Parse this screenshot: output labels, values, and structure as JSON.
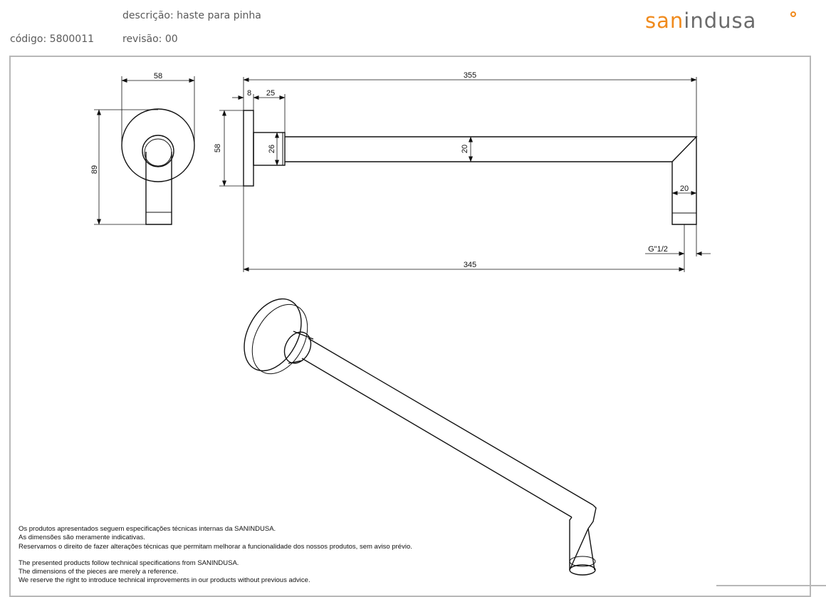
{
  "header": {
    "description": "descrição: haste para pinha",
    "code": "código: 5800011",
    "revision": "revisão: 00"
  },
  "logo": {
    "part1": "san",
    "part2": "indusa",
    "color_accent": "#f08a1c",
    "color_text": "#6b6b6b"
  },
  "dimensions": {
    "flange_width": "58",
    "total_height": "89",
    "flange_thickness": "8",
    "collar_length": "25",
    "total_length": "355",
    "flange_height_side": "58",
    "collar_diameter": "26",
    "arm_height": "20",
    "outlet_width": "20",
    "thread": "G\"1/2",
    "center_length": "345"
  },
  "notes": {
    "pt1": "Os produtos apresentados seguem especificações técnicas internas da SANINDUSA.",
    "pt2": "As dimensões são meramente indicativas.",
    "pt3": "Reservamos o direito de fazer alterações técnicas que permitam melhorar a funcionalidade dos nossos produtos, sem aviso prévio.",
    "en1": "The presented products follow technical specifications from SANINDUSA.",
    "en2": "The dimensions of the pieces are merely a reference.",
    "en3": "We reserve the right to introduce technical improvements in our products without previous advice."
  }
}
